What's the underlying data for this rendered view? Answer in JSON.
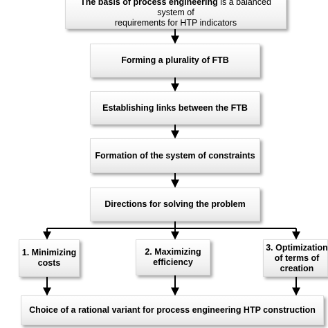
{
  "diagram": {
    "top_box": {
      "bold_part": "The basis of process engineering",
      "normal_part": " is a balanced system of",
      "line2": "requirements for HTP indicators"
    },
    "steps": [
      "Forming a plurality of FTB",
      "Establishing links between the FTB",
      "Formation of the system of constraints",
      "Directions for solving the problem"
    ],
    "branches": [
      {
        "line1": "1. Minimizing",
        "line2": "costs",
        "line3": ""
      },
      {
        "line1": "2. Maximizing",
        "line2": "efficiency",
        "line3": ""
      },
      {
        "line1": "3. Optimization",
        "line2": "of terms of",
        "line3": "creation"
      }
    ],
    "final_box": "Choice of a rational variant for process engineering HTP construction"
  }
}
